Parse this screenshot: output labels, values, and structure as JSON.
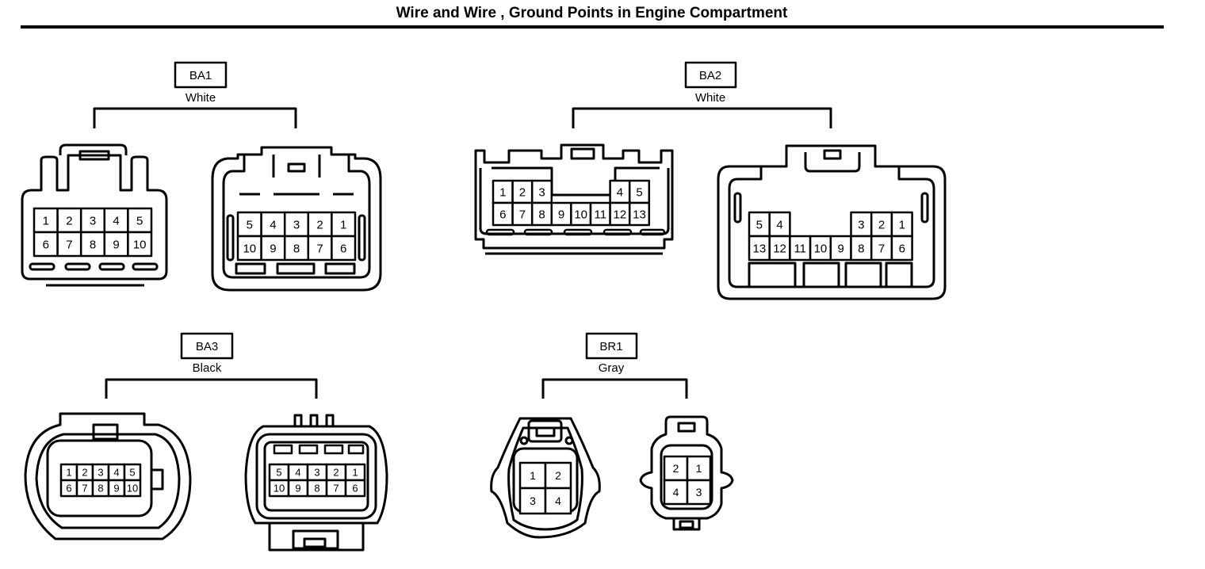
{
  "title": "Wire and Wire , Ground Points in Engine Compartment",
  "connectors": [
    {
      "code": "BA1",
      "color": "White",
      "left": {
        "rows": [
          [
            "1",
            "2",
            "3",
            "4",
            "5"
          ],
          [
            "6",
            "7",
            "8",
            "9",
            "10"
          ]
        ]
      },
      "right": {
        "rows": [
          [
            "5",
            "4",
            "3",
            "2",
            "1"
          ],
          [
            "10",
            "9",
            "8",
            "7",
            "6"
          ]
        ]
      }
    },
    {
      "code": "BA2",
      "color": "White",
      "left": {
        "rows": [
          [
            "1",
            "2",
            "3",
            "",
            "",
            "",
            "4",
            "5"
          ],
          [
            "6",
            "7",
            "8",
            "9",
            "10",
            "11",
            "12",
            "13"
          ]
        ]
      },
      "right": {
        "rows": [
          [
            "5",
            "4",
            "",
            "",
            "",
            "3",
            "2",
            "1"
          ],
          [
            "13",
            "12",
            "11",
            "10",
            "9",
            "8",
            "7",
            "6"
          ]
        ]
      }
    },
    {
      "code": "BA3",
      "color": "Black",
      "left": {
        "rows": [
          [
            "1",
            "2",
            "3",
            "4",
            "5"
          ],
          [
            "6",
            "7",
            "8",
            "9",
            "10"
          ]
        ]
      },
      "right": {
        "rows": [
          [
            "5",
            "4",
            "3",
            "2",
            "1"
          ],
          [
            "10",
            "9",
            "8",
            "7",
            "6"
          ]
        ]
      }
    },
    {
      "code": "BR1",
      "color": "Gray",
      "left": {
        "rows": [
          [
            "1",
            "2"
          ],
          [
            "3",
            "4"
          ]
        ]
      },
      "right": {
        "rows": [
          [
            "2",
            "1"
          ],
          [
            "4",
            "3"
          ]
        ]
      }
    }
  ]
}
